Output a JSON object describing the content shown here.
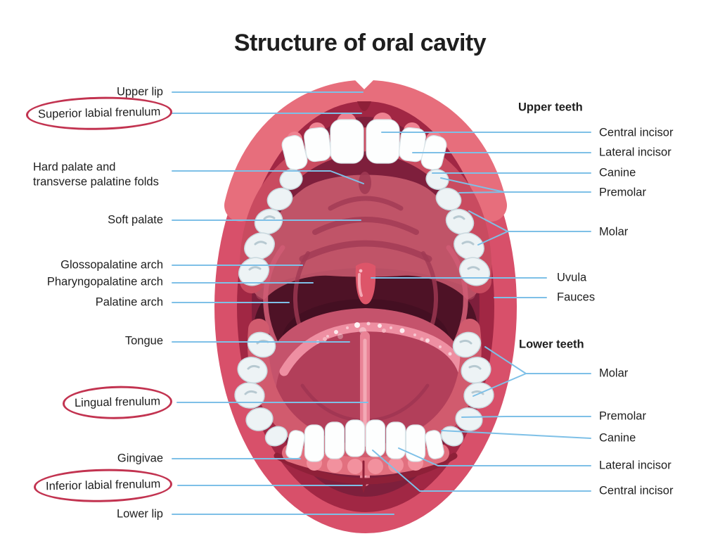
{
  "title": "Structure of oral cavity",
  "labels": {
    "left": [
      {
        "text": "Upper lip",
        "circled": false
      },
      {
        "text": "Superior labial frenulum",
        "circled": true
      },
      {
        "text": "Hard palate and transverse palatine folds",
        "circled": false
      },
      {
        "text": "Soft palate",
        "circled": false
      },
      {
        "text": "Glossopalatine arch",
        "circled": false
      },
      {
        "text": "Pharyngopalatine arch",
        "circled": false
      },
      {
        "text": "Palatine arch",
        "circled": false
      },
      {
        "text": "Tongue",
        "circled": false
      },
      {
        "text": "Lingual frenulum",
        "circled": true
      },
      {
        "text": "Gingivae",
        "circled": false
      },
      {
        "text": "Inferior labial frenulum",
        "circled": true
      },
      {
        "text": "Lower lip",
        "circled": false
      }
    ],
    "right": [
      {
        "text": "Upper teeth",
        "bold": true
      },
      {
        "text": "Central incisor",
        "bold": false
      },
      {
        "text": "Lateral incisor",
        "bold": false
      },
      {
        "text": "Canine",
        "bold": false
      },
      {
        "text": "Premolar",
        "bold": false
      },
      {
        "text": "Molar",
        "bold": false
      },
      {
        "text": "Uvula",
        "bold": false
      },
      {
        "text": "Fauces",
        "bold": false
      },
      {
        "text": "Lower teeth",
        "bold": true
      },
      {
        "text": "Molar",
        "bold": false
      },
      {
        "text": "Premolar",
        "bold": false
      },
      {
        "text": "Canine",
        "bold": false
      },
      {
        "text": "Lateral incisor",
        "bold": false
      },
      {
        "text": "Central incisor",
        "bold": false
      }
    ]
  },
  "colors": {
    "bg": "#FFFFFF",
    "ink": "#1E1E1E",
    "leader": "#7EC0E7",
    "circle": "#C23350",
    "lip": "#D8506A",
    "lipLight": "#E76E7C",
    "lipInner": "#A12744",
    "darkAccent": "#8E2038",
    "cavity": "#7E1F3C",
    "palate": "#C05468",
    "palateFold": "#A03A54",
    "palateShade": "#B34D63",
    "throat": "#4E1226",
    "throatDeep": "#3E0E1F",
    "uvula": "#DD5569",
    "uvulaHi": "#F5A8B4",
    "archFold": "#CF5C74",
    "archFoldDark": "#A03A54",
    "tongue": "#C5536C",
    "tongueUnder": "#B23F5A",
    "tongueRim": "#EE8FA2",
    "frenulum": "#E98396",
    "frenulumCore": "#F3A9B5",
    "crease": "#9B3350",
    "teeth": "#FDFEFE",
    "teethSide": "#EDF3F5",
    "teethShade": "#D9E4E8",
    "teethOutline": "#C9D8DE",
    "toothMark": "#B7C9D1",
    "gumUpper": "#C94B60",
    "gumCrescent": "#EF8291",
    "gumLowerBand": "#E2707F",
    "gumScallop": "#F2919E",
    "gumArchLower": "#D15B6E"
  }
}
